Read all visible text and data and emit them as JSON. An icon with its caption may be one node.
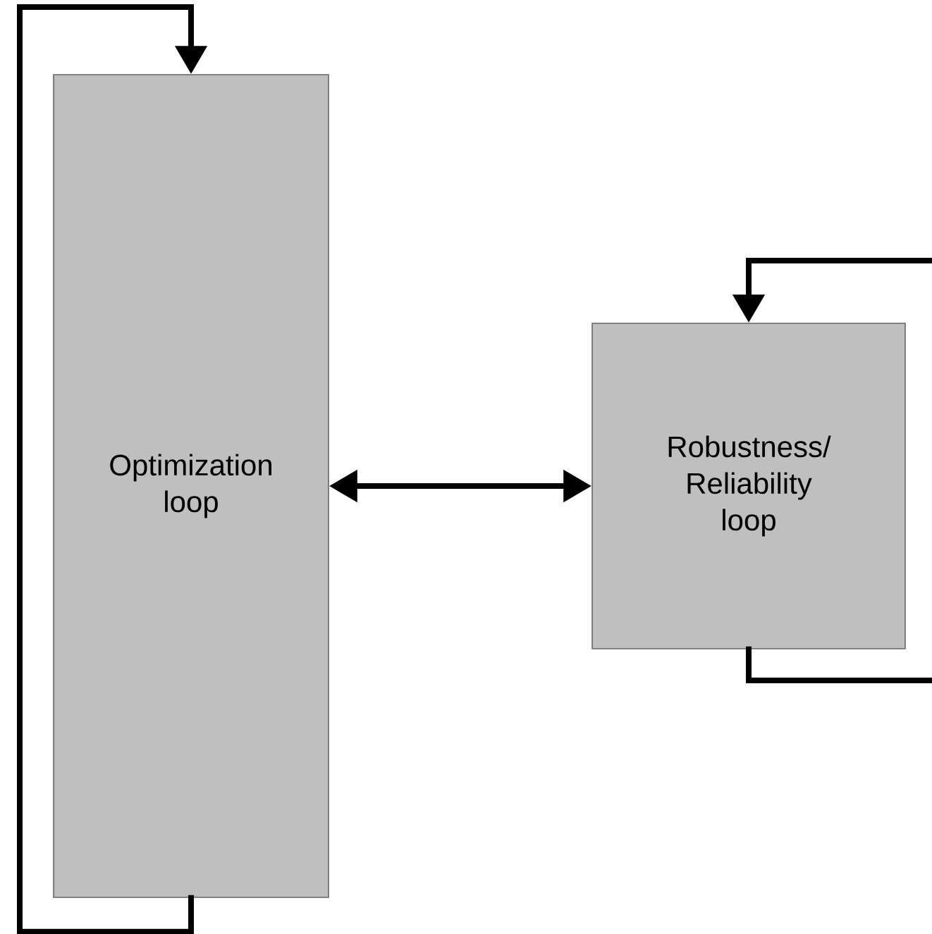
{
  "diagram": {
    "nodes": [
      {
        "text": [
          "Optimization loop"
        ]
      },
      {
        "text": [
          "Robustness/ Reliability loop"
        ]
      }
    ],
    "edges": [
      {
        "from": 0,
        "to": 0,
        "arrow": "to"
      },
      {
        "from": 0,
        "to": 1,
        "arrow": "both"
      },
      {
        "from": 1,
        "to": 1,
        "arrow": "to"
      }
    ]
  }
}
